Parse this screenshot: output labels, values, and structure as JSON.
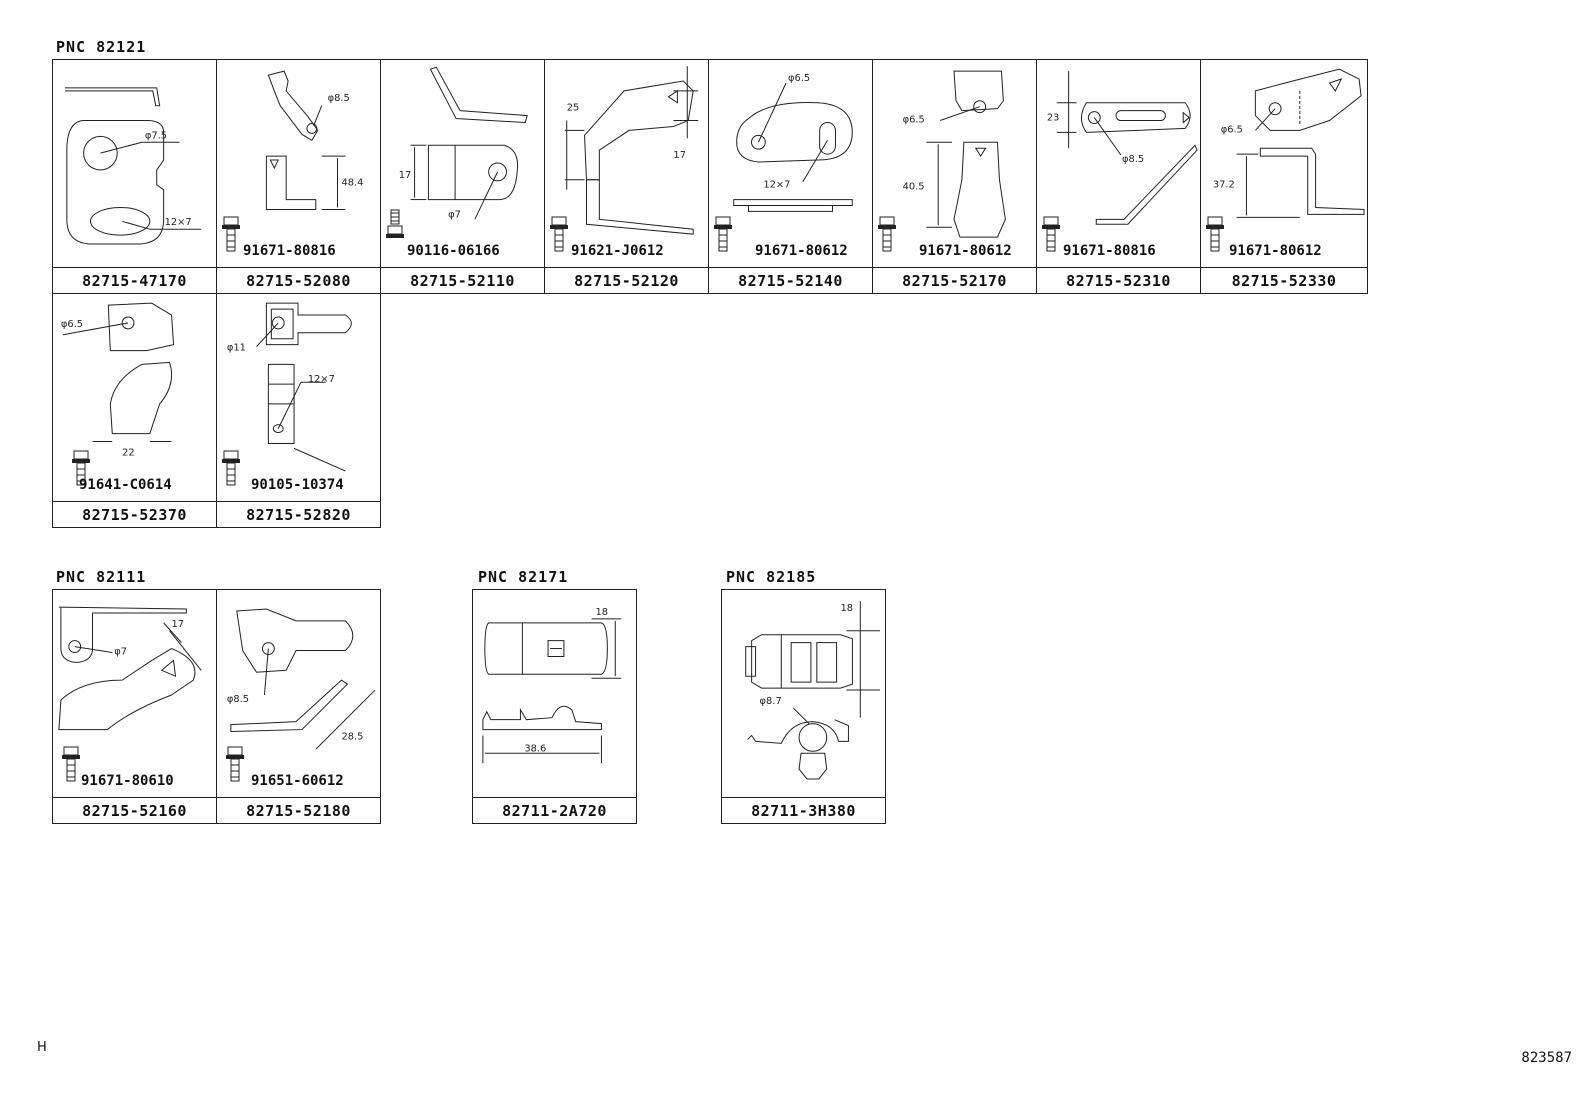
{
  "groups": [
    {
      "label": "PNC 82121"
    },
    {
      "label": "PNC 82111"
    },
    {
      "label": "PNC 82171"
    },
    {
      "label": "PNC 82185"
    }
  ],
  "parts": {
    "p47170": {
      "part_no": "82715-47170",
      "fastener": "",
      "dims": [
        "φ7.5",
        "12×7"
      ]
    },
    "p52080": {
      "part_no": "82715-52080",
      "fastener": "91671-80816",
      "dims": [
        "φ8.5",
        "48.4"
      ]
    },
    "p52110": {
      "part_no": "82715-52110",
      "fastener": "90116-06166",
      "dims": [
        "17",
        "φ7"
      ]
    },
    "p52120": {
      "part_no": "82715-52120",
      "fastener": "91621-J0612",
      "dims": [
        "25",
        "17"
      ]
    },
    "p52140": {
      "part_no": "82715-52140",
      "fastener": "91671-80612",
      "dims": [
        "φ6.5",
        "12×7"
      ]
    },
    "p52170": {
      "part_no": "82715-52170",
      "fastener": "91671-80612",
      "dims": [
        "φ6.5",
        "40.5"
      ]
    },
    "p52310": {
      "part_no": "82715-52310",
      "fastener": "91671-80816",
      "dims": [
        "23",
        "φ8.5"
      ]
    },
    "p52330": {
      "part_no": "82715-52330",
      "fastener": "91671-80612",
      "dims": [
        "φ6.5",
        "37.2"
      ]
    },
    "p52370": {
      "part_no": "82715-52370",
      "fastener": "91641-C0614",
      "dims": [
        "φ6.5",
        "22"
      ]
    },
    "p52820": {
      "part_no": "82715-52820",
      "fastener": "90105-10374",
      "dims": [
        "φ11",
        "12×7"
      ]
    },
    "p52160": {
      "part_no": "82715-52160",
      "fastener": "91671-80610",
      "dims": [
        "φ7",
        "17"
      ]
    },
    "p52180": {
      "part_no": "82715-52180",
      "fastener": "91651-60612",
      "dims": [
        "φ8.5",
        "28.5"
      ]
    },
    "p2A720": {
      "part_no": "82711-2A720",
      "fastener": "",
      "dims": [
        "18",
        "38.6"
      ]
    },
    "p3H380": {
      "part_no": "82711-3H380",
      "fastener": "",
      "dims": [
        "18",
        "φ8.7"
      ]
    }
  },
  "corner_mark": "H",
  "drawing_id": "823587"
}
